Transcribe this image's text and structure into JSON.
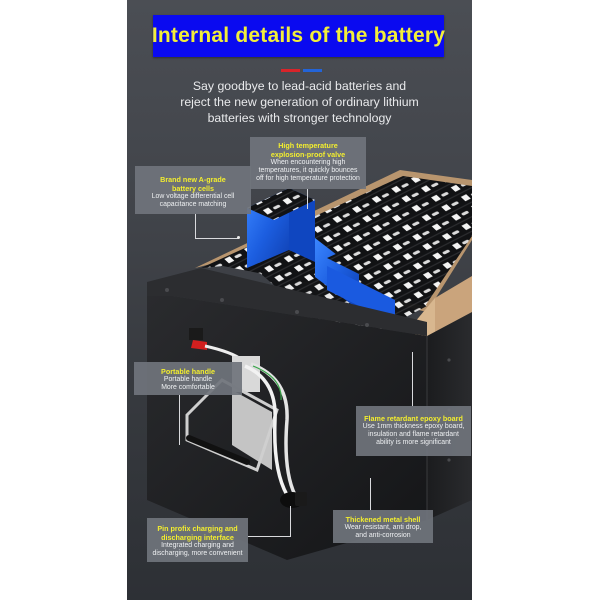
{
  "header": {
    "title": "Internal details of the battery",
    "accent_colors": [
      "#d8242a",
      "#2364d8"
    ],
    "subtitle_lines": [
      "Say goodbye to lead-acid batteries and",
      "reject the new generation of ordinary lithium",
      "batteries with stronger technology"
    ]
  },
  "colors": {
    "title_bg": "#0a0af0",
    "title_text": "#f2ee3a",
    "callout_title": "#f3ee2e",
    "callout_bg": "#70747c",
    "cell_blue": "#1f63e0",
    "epoxy_board": "#c9a27a"
  },
  "callouts": [
    {
      "id": "valve",
      "title_lines": [
        "High temperature",
        "explosion-proof valve"
      ],
      "desc_lines": [
        "When encountering high",
        "temperatures, it quickly bounces",
        "off for high temperature protection"
      ]
    },
    {
      "id": "cells",
      "title_lines": [
        "Brand new A-grade",
        "battery cells"
      ],
      "desc_lines": [
        "Low voltage differential cell",
        "capacitance matching"
      ]
    },
    {
      "id": "handle",
      "title_lines": [
        "Portable handle"
      ],
      "desc_lines": [
        "Portable handle",
        "More comfortable"
      ]
    },
    {
      "id": "epoxy",
      "title_lines": [
        "Flame retardant epoxy board"
      ],
      "desc_lines": [
        "Use 1mm thickness epoxy board,",
        "insulation and flame retardant",
        "ability is more significant"
      ]
    },
    {
      "id": "shell",
      "title_lines": [
        "Thickened metal shell"
      ],
      "desc_lines": [
        "Wear resistant, anti drop,",
        "and anti-corrosion"
      ]
    },
    {
      "id": "interface",
      "title_lines": [
        "Pin profix charging and",
        "discharging interface"
      ],
      "desc_lines": [
        "Integrated charging and",
        "discharging, more convenient"
      ]
    }
  ]
}
